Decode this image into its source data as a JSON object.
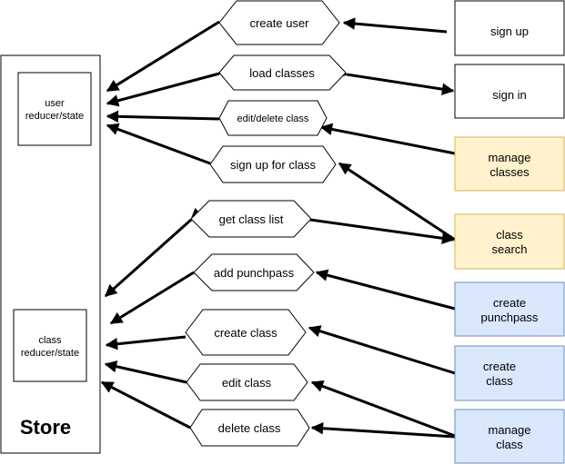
{
  "store": {
    "title": "Store",
    "user_reducer": [
      "user",
      "reducer/state"
    ],
    "class_reducer": [
      "class",
      "reducer/state"
    ]
  },
  "actions": {
    "create_user": "create user",
    "load_classes": "load classes",
    "edit_delete_class": "edit/delete class",
    "sign_up_for_class": "sign up for class",
    "get_class_list": "get class list",
    "add_punchpass": "add punchpass",
    "create_class": "create class",
    "edit_class": "edit class",
    "delete_class": "delete class"
  },
  "views": {
    "sign_up": [
      "sign up"
    ],
    "sign_in": [
      "sign in"
    ],
    "manage_classes": [
      "manage",
      "classes"
    ],
    "class_search": [
      "class",
      "search"
    ],
    "create_punchpass": [
      "create",
      "punchpass"
    ],
    "create_class_view": [
      "create",
      "class"
    ],
    "manage_class": [
      "manage",
      "class"
    ]
  },
  "colors": {
    "line": "#000000",
    "white_fill": "#ffffff",
    "yellow_fill": "#fff2cc",
    "yellow_stroke": "#d6b656",
    "blue_fill": "#dae8fc",
    "blue_stroke": "#6c8ebf"
  }
}
